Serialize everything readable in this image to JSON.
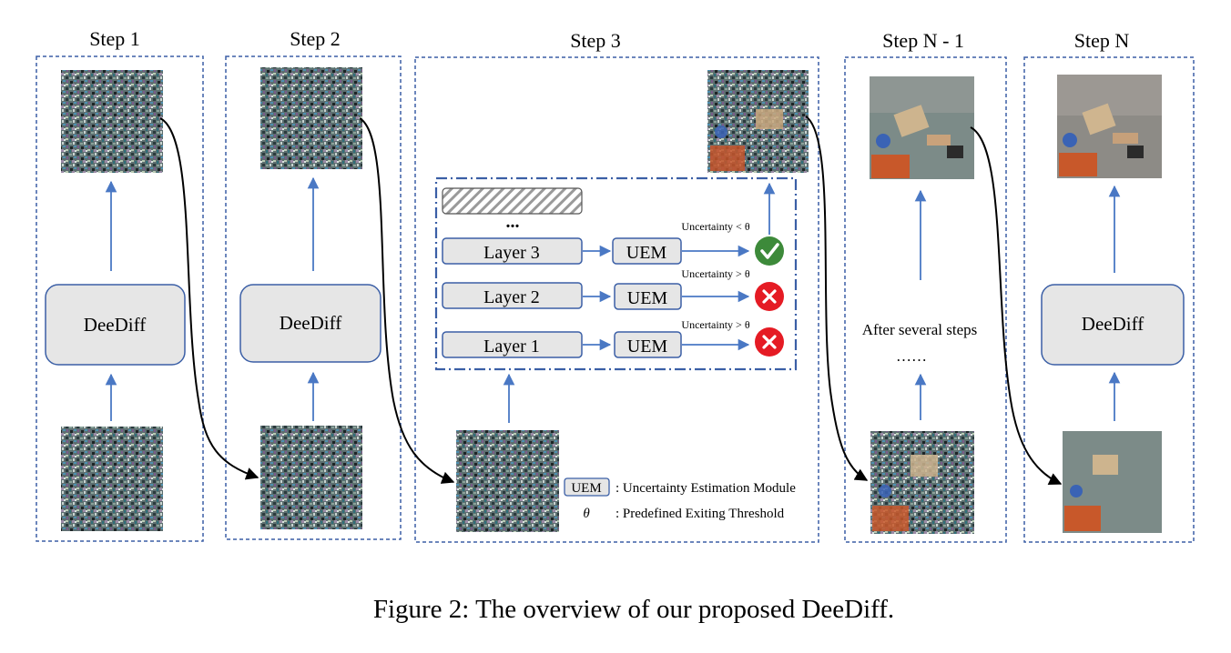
{
  "steps": [
    {
      "title": "Step 1",
      "block": "DeeDiff"
    },
    {
      "title": "Step 2",
      "block": "DeeDiff"
    },
    {
      "title": "Step 3"
    },
    {
      "title": "Step N - 1",
      "note": "After several steps",
      "dots": "……"
    },
    {
      "title": "Step N",
      "block": "DeeDiff"
    }
  ],
  "exit_module": {
    "ellipsis": "...",
    "layers": [
      {
        "label": "Layer 3",
        "module": "UEM",
        "condition": "Uncertainty < θ",
        "outcome": "exit"
      },
      {
        "label": "Layer 2",
        "module": "UEM",
        "condition": "Uncertainty > θ",
        "outcome": "continue"
      },
      {
        "label": "Layer 1",
        "module": "UEM",
        "condition": "Uncertainty > θ",
        "outcome": "continue"
      }
    ]
  },
  "legend": {
    "uem_key": "UEM",
    "uem_desc": ": Uncertainty Estimation Module",
    "theta_key": "θ",
    "theta_desc": ": Predefined Exiting Threshold"
  },
  "caption": "Figure 2: The overview of our proposed DeeDiff.",
  "colors": {
    "frame": "#3b5fa6",
    "arrow": "#4a78c4",
    "block_fill": "#e6e6e6",
    "check": "#3d8a3a",
    "cross": "#e51b24"
  },
  "images": {
    "noise": "pure-noise-image",
    "partial": "partially-denoised-image",
    "final": "denoised-scene-image"
  }
}
